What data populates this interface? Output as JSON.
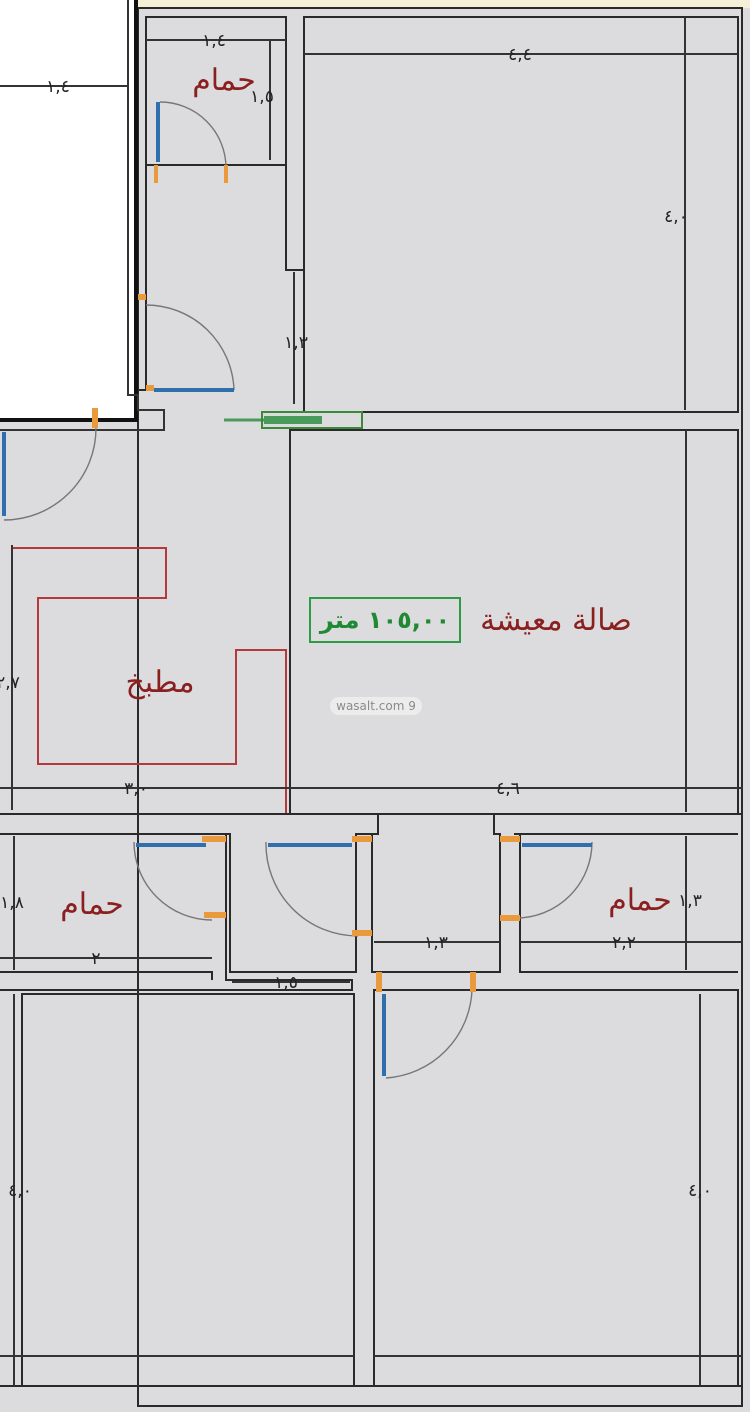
{
  "rooms": {
    "bath_top": "حمام",
    "living": "صالة معيشة",
    "kitchen": "مطبخ",
    "bath_left": "حمام",
    "bath_right": "حمام"
  },
  "area": "١٠٥,٠٠ متر",
  "watermark": "wasalt.com 9",
  "dimensions": {
    "top_left_width": "١,٤",
    "bath_top_width": "١,٤",
    "bath_top_height": "١,٥",
    "bedroom_top_width": "٤,٤",
    "bedroom_top_height": "٤,٠",
    "corridor_height": "١,٣",
    "kitchen_height": "٢,٧",
    "kitchen_width": "٣,٠",
    "living_width": "٤,٦",
    "bath_left_height": "١,٨",
    "bath_left_width": "٢",
    "mid_passage": "١,٥",
    "hall_width": "١,٣",
    "bath_right_width": "٢,٢",
    "bath_right_height": "١,٣",
    "bedroom_left_height": "٤,٠",
    "bedroom_right_height": "٤,٠"
  }
}
